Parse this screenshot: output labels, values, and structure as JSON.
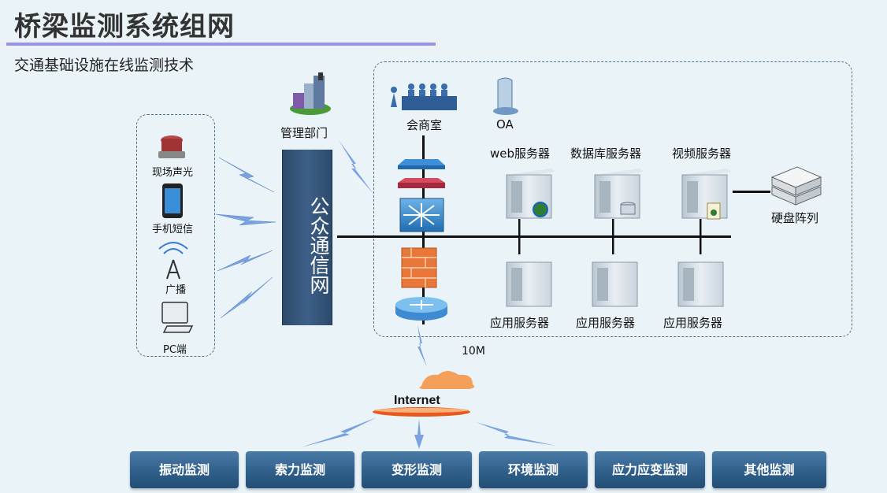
{
  "header": {
    "title": "桥梁监测系统组网",
    "subtitle": "交通基础设施在线监测技术"
  },
  "left_devices": [
    {
      "label": "现场声光",
      "icon": "alarm-light-icon"
    },
    {
      "label": "手机短信",
      "icon": "mobile-phone-icon"
    },
    {
      "label": "广播",
      "icon": "broadcast-tower-icon"
    },
    {
      "label": "PC端",
      "icon": "pc-monitor-icon"
    }
  ],
  "management": {
    "label": "管理部门",
    "icon": "city-buildings-icon"
  },
  "public_network": {
    "label": "公众通信网"
  },
  "lan": {
    "meeting_room": "会商室",
    "oa": "OA",
    "web_server": "web服务器",
    "db_server": "数据库服务器",
    "video_server": "视频服务器",
    "disk_array": "硬盘阵列",
    "app_servers": [
      "应用服务器",
      "应用服务器",
      "应用服务器"
    ]
  },
  "link": {
    "bandwidth": "10M"
  },
  "internet": {
    "label": "Internet"
  },
  "monitor_buttons": [
    "振动监测",
    "索力监测",
    "变形监测",
    "环境监测",
    "应力应变监测",
    "其他监测"
  ],
  "colors": {
    "background": "#eaf4f8",
    "accent_bar": "#9b94e0",
    "public_network": "#2f5079",
    "button": "#2f5f8a",
    "lightning": "#7aa2e0"
  }
}
